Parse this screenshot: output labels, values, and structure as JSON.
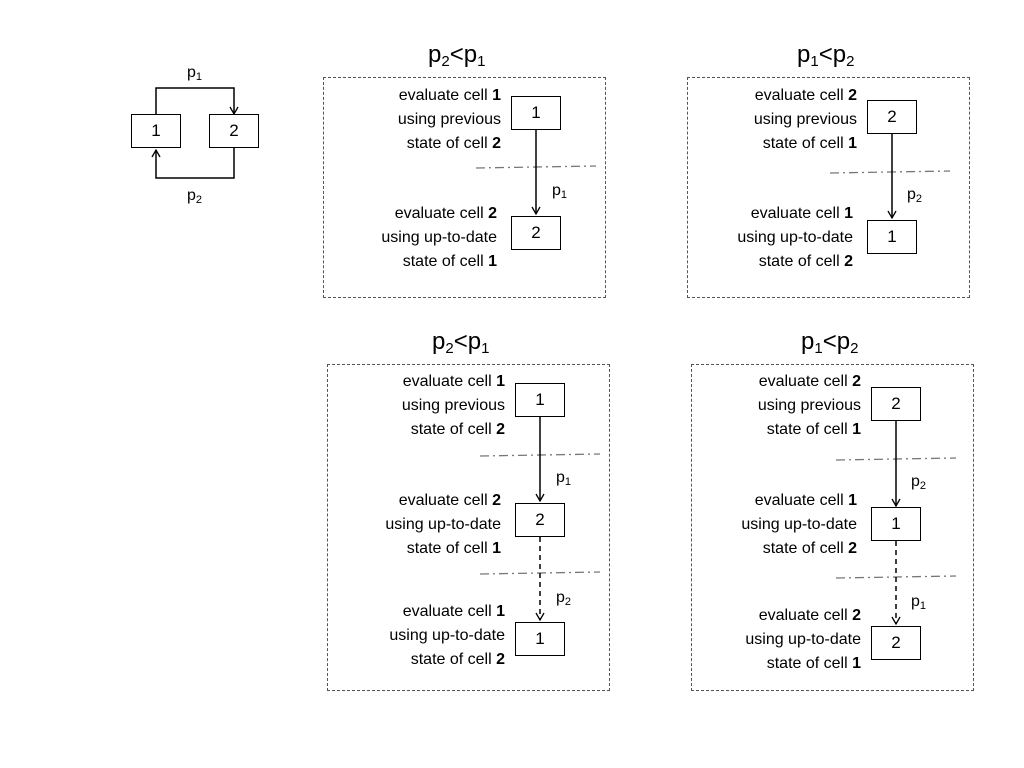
{
  "loop": {
    "cell1": "1",
    "cell2": "2",
    "top_path": {
      "base": "p",
      "sub": "1"
    },
    "bottom_path": {
      "base": "p",
      "sub": "2"
    }
  },
  "panels": [
    {
      "title": {
        "a": "p",
        "a_sub": "2",
        "op": "<",
        "b": "p",
        "b_sub": "1"
      },
      "steps": [
        {
          "cell": "1",
          "line1_pre": "evaluate cell ",
          "line1_bold": "1",
          "line2": "using previous",
          "line3_pre": "state of cell ",
          "line3_bold": "2"
        },
        {
          "cell": "2",
          "line1_pre": "evaluate cell ",
          "line1_bold": "2",
          "line2": "using up-to-date",
          "line3_pre": "state of cell ",
          "line3_bold": "1"
        }
      ],
      "arrows": [
        {
          "base": "p",
          "sub": "1"
        }
      ]
    },
    {
      "title": {
        "a": "p",
        "a_sub": "1",
        "op": "<",
        "b": "p",
        "b_sub": "2"
      },
      "steps": [
        {
          "cell": "2",
          "line1_pre": "evaluate cell ",
          "line1_bold": "2",
          "line2": "using previous",
          "line3_pre": "state of cell ",
          "line3_bold": "1"
        },
        {
          "cell": "1",
          "line1_pre": "evaluate cell ",
          "line1_bold": "1",
          "line2": "using up-to-date",
          "line3_pre": "state of cell ",
          "line3_bold": "2"
        }
      ],
      "arrows": [
        {
          "base": "p",
          "sub": "2"
        }
      ]
    },
    {
      "title": {
        "a": "p",
        "a_sub": "2",
        "op": "<",
        "b": "p",
        "b_sub": "1"
      },
      "steps": [
        {
          "cell": "1",
          "line1_pre": "evaluate cell ",
          "line1_bold": "1",
          "line2": "using previous",
          "line3_pre": "state of cell ",
          "line3_bold": "2"
        },
        {
          "cell": "2",
          "line1_pre": "evaluate cell ",
          "line1_bold": "2",
          "line2": "using up-to-date",
          "line3_pre": "state of cell ",
          "line3_bold": "1"
        },
        {
          "cell": "1",
          "line1_pre": "evaluate cell ",
          "line1_bold": "1",
          "line2": "using up-to-date",
          "line3_pre": "state of cell ",
          "line3_bold": "2"
        }
      ],
      "arrows": [
        {
          "base": "p",
          "sub": "1"
        },
        {
          "base": "p",
          "sub": "2"
        }
      ]
    },
    {
      "title": {
        "a": "p",
        "a_sub": "1",
        "op": "<",
        "b": "p",
        "b_sub": "2"
      },
      "steps": [
        {
          "cell": "2",
          "line1_pre": "evaluate cell ",
          "line1_bold": "2",
          "line2": "using previous",
          "line3_pre": "state of cell ",
          "line3_bold": "1"
        },
        {
          "cell": "1",
          "line1_pre": "evaluate cell ",
          "line1_bold": "1",
          "line2": "using up-to-date",
          "line3_pre": "state of cell ",
          "line3_bold": "2"
        },
        {
          "cell": "2",
          "line1_pre": "evaluate cell ",
          "line1_bold": "2",
          "line2": "using up-to-date",
          "line3_pre": "state of cell ",
          "line3_bold": "1"
        }
      ],
      "arrows": [
        {
          "base": "p",
          "sub": "2"
        },
        {
          "base": "p",
          "sub": "1"
        }
      ]
    }
  ]
}
